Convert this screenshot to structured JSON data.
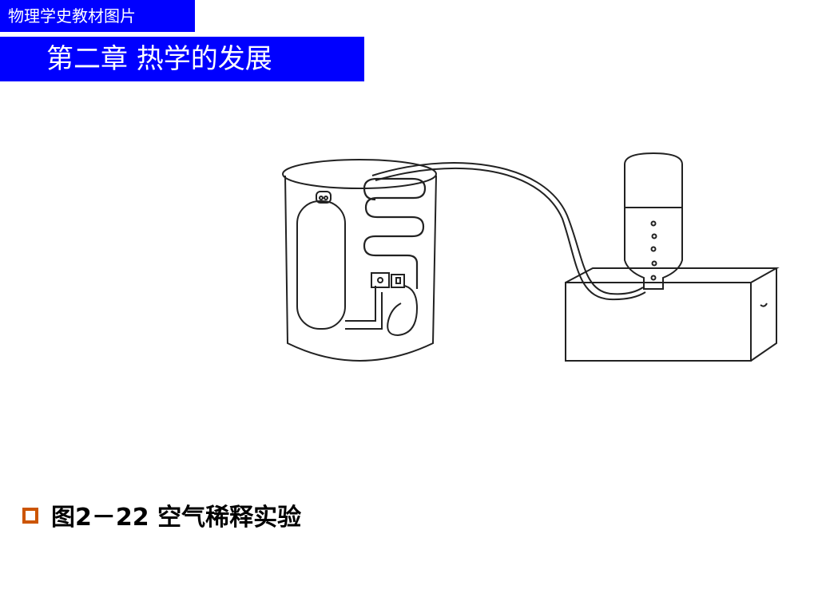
{
  "header": {
    "source_label": "物理学史教材图片",
    "chapter_title": "第二章  热学的发展"
  },
  "figure": {
    "caption": "图2－22 空气稀释实验",
    "colors": {
      "banner": "#0000ff",
      "bullet": "#cc5500",
      "line": "#222222"
    }
  }
}
